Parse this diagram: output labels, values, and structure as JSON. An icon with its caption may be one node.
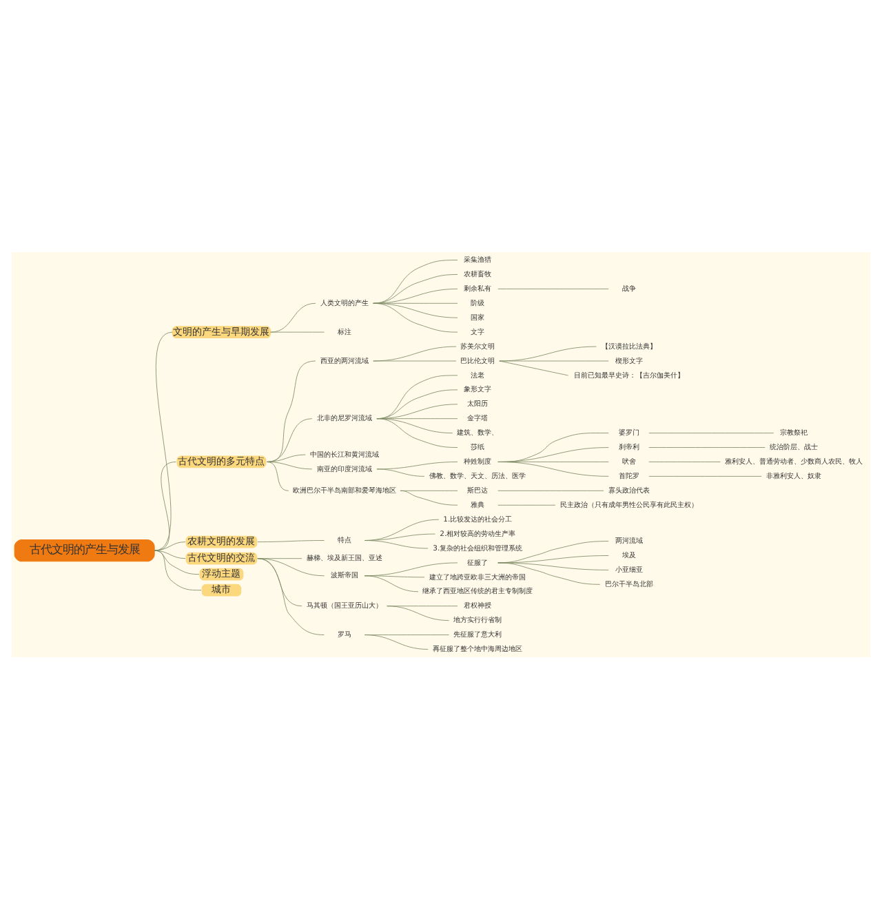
{
  "diagram": {
    "nodes": [
      {
        "text": [
          "古代文明的产生与发展"
        ]
      },
      {
        "text": [
          "文明的产生与早期发展"
        ]
      },
      {
        "text": [
          "人类文明的产生"
        ]
      },
      {
        "text": [
          "采集渔猎"
        ]
      },
      {
        "text": [
          "农耕畜牧"
        ]
      },
      {
        "text": [
          "剩余私有"
        ]
      },
      {
        "text": [
          "战争"
        ]
      },
      {
        "text": [
          "阶级"
        ]
      },
      {
        "text": [
          "国家"
        ]
      },
      {
        "text": [
          "文字"
        ]
      },
      {
        "text": [
          "标注"
        ]
      },
      {
        "text": [
          "古代文明的多元特点"
        ]
      },
      {
        "text": [
          "西亚的两河流域"
        ]
      },
      {
        "text": [
          "苏美尔文明"
        ]
      },
      {
        "text": [
          "巴比伦文明"
        ]
      },
      {
        "text": [
          "【汉谟拉比法典】"
        ]
      },
      {
        "text": [
          "楔形文字"
        ]
      },
      {
        "text": [
          "目前已知最早史诗：【吉尔伽美什】"
        ]
      },
      {
        "text": [
          "北非的尼罗河流域"
        ]
      },
      {
        "text": [
          "法老"
        ]
      },
      {
        "text": [
          "象形文字"
        ]
      },
      {
        "text": [
          "太阳历"
        ]
      },
      {
        "text": [
          "金字塔"
        ]
      },
      {
        "text": [
          "建筑、数学、"
        ]
      },
      {
        "text": [
          "莎纸"
        ]
      },
      {
        "text": [
          "中国的长江和黄河流域"
        ]
      },
      {
        "text": [
          "南亚的印度河流域"
        ]
      },
      {
        "text": [
          "种姓制度"
        ]
      },
      {
        "text": [
          "婆罗门"
        ]
      },
      {
        "text": [
          "宗教祭祀"
        ]
      },
      {
        "text": [
          "刹帝利"
        ]
      },
      {
        "text": [
          "统治阶层、战士"
        ]
      },
      {
        "text": [
          "吠舍"
        ]
      },
      {
        "text": [
          "雅利安人、普通劳动者、少数商人农民、牧人"
        ]
      },
      {
        "text": [
          "首陀罗"
        ]
      },
      {
        "text": [
          "非雅利安人、奴隶"
        ]
      },
      {
        "text": [
          "佛教、数学、天文、历法、医学"
        ]
      },
      {
        "text": [
          "欧洲巴尔干半岛南部和爱琴海地区"
        ]
      },
      {
        "text": [
          "斯巴达"
        ]
      },
      {
        "text": [
          "寡头政治代表"
        ]
      },
      {
        "text": [
          "雅典"
        ]
      },
      {
        "text": [
          "民主政治（只有成年男性公民享有此民主权）"
        ]
      },
      {
        "text": [
          "农耕文明的发展"
        ]
      },
      {
        "text": [
          "特点"
        ]
      },
      {
        "text": [
          "1.比较发达的社会分工"
        ]
      },
      {
        "text": [
          "2.相对较高的劳动生产率"
        ]
      },
      {
        "text": [
          "3.复杂的社会组织和管理系统"
        ]
      },
      {
        "text": [
          "古代文明的交流"
        ]
      },
      {
        "text": [
          "赫梯、埃及新王国、亚述"
        ]
      },
      {
        "text": [
          "波斯帝国"
        ]
      },
      {
        "text": [
          "征服了"
        ]
      },
      {
        "text": [
          "两河流域"
        ]
      },
      {
        "text": [
          "埃及"
        ]
      },
      {
        "text": [
          "小亚细亚"
        ]
      },
      {
        "text": [
          "巴尔干半岛北部"
        ]
      },
      {
        "text": [
          "建立了地跨亚欧非三大洲的帝国"
        ]
      },
      {
        "text": [
          "继承了西亚地区传统的君主专制制度"
        ]
      },
      {
        "text": [
          "马其顿（国王亚历山大）"
        ]
      },
      {
        "text": [
          "君权神授"
        ]
      },
      {
        "text": [
          "地方实行行省制"
        ]
      },
      {
        "text": [
          "罗马"
        ]
      },
      {
        "text": [
          "先征服了意大利"
        ]
      },
      {
        "text": [
          "再征服了整个地中海周边地区"
        ]
      },
      {
        "text": [
          "浮动主题"
        ]
      },
      {
        "text": [
          "城市"
        ]
      }
    ],
    "edges": [
      {
        "from": 0,
        "to": 1,
        "arrow": "none"
      },
      {
        "from": 1,
        "to": 2,
        "arrow": "none"
      },
      {
        "from": 2,
        "to": 3,
        "arrow": "none"
      },
      {
        "from": 2,
        "to": 4,
        "arrow": "none"
      },
      {
        "from": 2,
        "to": 5,
        "arrow": "none"
      },
      {
        "from": 5,
        "to": 6,
        "arrow": "none"
      },
      {
        "from": 2,
        "to": 7,
        "arrow": "none"
      },
      {
        "from": 2,
        "to": 8,
        "arrow": "none"
      },
      {
        "from": 2,
        "to": 9,
        "arrow": "none"
      },
      {
        "from": 1,
        "to": 10,
        "arrow": "none"
      },
      {
        "from": 0,
        "to": 11,
        "arrow": "none"
      },
      {
        "from": 11,
        "to": 12,
        "arrow": "none"
      },
      {
        "from": 12,
        "to": 13,
        "arrow": "none"
      },
      {
        "from": 12,
        "to": 14,
        "arrow": "none"
      },
      {
        "from": 14,
        "to": 15,
        "arrow": "none"
      },
      {
        "from": 14,
        "to": 16,
        "arrow": "none"
      },
      {
        "from": 14,
        "to": 17,
        "arrow": "none"
      },
      {
        "from": 11,
        "to": 18,
        "arrow": "none"
      },
      {
        "from": 18,
        "to": 19,
        "arrow": "none"
      },
      {
        "from": 18,
        "to": 20,
        "arrow": "none"
      },
      {
        "from": 18,
        "to": 21,
        "arrow": "none"
      },
      {
        "from": 18,
        "to": 22,
        "arrow": "none"
      },
      {
        "from": 18,
        "to": 23,
        "arrow": "none"
      },
      {
        "from": 18,
        "to": 24,
        "arrow": "none"
      },
      {
        "from": 11,
        "to": 25,
        "arrow": "none"
      },
      {
        "from": 11,
        "to": 26,
        "arrow": "none"
      },
      {
        "from": 26,
        "to": 27,
        "arrow": "none"
      },
      {
        "from": 27,
        "to": 28,
        "arrow": "none"
      },
      {
        "from": 28,
        "to": 29,
        "arrow": "none"
      },
      {
        "from": 27,
        "to": 30,
        "arrow": "none"
      },
      {
        "from": 30,
        "to": 31,
        "arrow": "none"
      },
      {
        "from": 27,
        "to": 32,
        "arrow": "none"
      },
      {
        "from": 32,
        "to": 33,
        "arrow": "none"
      },
      {
        "from": 27,
        "to": 34,
        "arrow": "none"
      },
      {
        "from": 34,
        "to": 35,
        "arrow": "none"
      },
      {
        "from": 26,
        "to": 36,
        "arrow": "none"
      },
      {
        "from": 11,
        "to": 37,
        "arrow": "none"
      },
      {
        "from": 37,
        "to": 38,
        "arrow": "none"
      },
      {
        "from": 38,
        "to": 39,
        "arrow": "none"
      },
      {
        "from": 37,
        "to": 40,
        "arrow": "none"
      },
      {
        "from": 40,
        "to": 41,
        "arrow": "none"
      },
      {
        "from": 0,
        "to": 42,
        "arrow": "none"
      },
      {
        "from": 42,
        "to": 43,
        "arrow": "none"
      },
      {
        "from": 43,
        "to": 44,
        "arrow": "none"
      },
      {
        "from": 43,
        "to": 45,
        "arrow": "none"
      },
      {
        "from": 43,
        "to": 46,
        "arrow": "none"
      },
      {
        "from": 0,
        "to": 47,
        "arrow": "none"
      },
      {
        "from": 47,
        "to": 48,
        "arrow": "none"
      },
      {
        "from": 47,
        "to": 49,
        "arrow": "none"
      },
      {
        "from": 49,
        "to": 50,
        "arrow": "none"
      },
      {
        "from": 50,
        "to": 51,
        "arrow": "none"
      },
      {
        "from": 50,
        "to": 52,
        "arrow": "none"
      },
      {
        "from": 50,
        "to": 53,
        "arrow": "none"
      },
      {
        "from": 50,
        "to": 54,
        "arrow": "none"
      },
      {
        "from": 49,
        "to": 55,
        "arrow": "none"
      },
      {
        "from": 49,
        "to": 56,
        "arrow": "none"
      },
      {
        "from": 47,
        "to": 57,
        "arrow": "none"
      },
      {
        "from": 57,
        "to": 58,
        "arrow": "none"
      },
      {
        "from": 57,
        "to": 59,
        "arrow": "none"
      },
      {
        "from": 47,
        "to": 60,
        "arrow": "none"
      },
      {
        "from": 60,
        "to": 61,
        "arrow": "none"
      },
      {
        "from": 60,
        "to": 62,
        "arrow": "none"
      },
      {
        "from": 0,
        "to": 63,
        "arrow": "none"
      },
      {
        "from": 0,
        "to": 64,
        "arrow": "none"
      }
    ]
  }
}
